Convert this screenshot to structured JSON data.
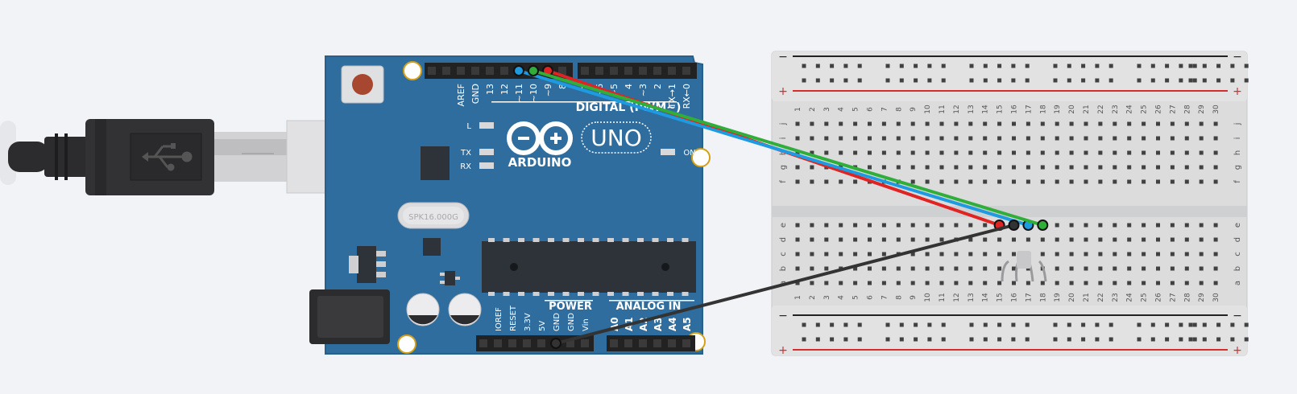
{
  "canvas": {
    "background": "#f2f3f6"
  },
  "board": {
    "name": "Arduino Uno",
    "color": "#2f6d9e",
    "logo_text": "ARDUINO",
    "model_text": "UNO",
    "crystal_text": "SPK16.000G",
    "led_labels": {
      "l": "L",
      "tx": "TX",
      "rx": "RX",
      "on": "ON"
    },
    "digital_header_label": "DIGITAL (PWM~)",
    "digital_pin_labels": [
      "AREF",
      "GND",
      "13",
      "12",
      "~11",
      "~10",
      "~9",
      "8",
      "7",
      "~6",
      "~5",
      "4",
      "~3",
      "2",
      "TX→1",
      "RX←0"
    ],
    "power_header_label": "POWER",
    "power_pin_labels": [
      "IOREF",
      "RESET",
      "3.3V",
      "5V",
      "GND",
      "GND",
      "Vin"
    ],
    "analog_header_label": "ANALOG IN",
    "analog_pin_labels": [
      "A0",
      "A1",
      "A2",
      "A3",
      "A4",
      "A5"
    ]
  },
  "breadboard": {
    "column_numbers": [
      "1",
      "2",
      "3",
      "4",
      "5",
      "6",
      "7",
      "8",
      "9",
      "10",
      "11",
      "12",
      "13",
      "14",
      "15",
      "16",
      "17",
      "18",
      "19",
      "20",
      "21",
      "22",
      "23",
      "24",
      "25",
      "26",
      "27",
      "28",
      "29",
      "30"
    ],
    "row_letters_top": [
      "j",
      "i",
      "h",
      "g",
      "f"
    ],
    "row_letters_bottom": [
      "e",
      "d",
      "c",
      "b",
      "a"
    ],
    "rail_minus": "−",
    "rail_plus": "+",
    "rail_red": "#d62c2c",
    "rail_black": "#222222"
  },
  "component": {
    "name": "RGB LED",
    "pins": [
      "red",
      "common",
      "blue",
      "green"
    ]
  },
  "wires": [
    {
      "name": "red-wire",
      "from": "~9",
      "to": "e15",
      "color": "#e02424"
    },
    {
      "name": "blue-wire",
      "from": "~11",
      "to": "e17",
      "color": "#1e9be0"
    },
    {
      "name": "green-wire",
      "from": "~10",
      "to": "e18",
      "color": "#2fae3a"
    },
    {
      "name": "black-wire",
      "from": "GND",
      "to": "e16",
      "color": "#333333"
    }
  ]
}
